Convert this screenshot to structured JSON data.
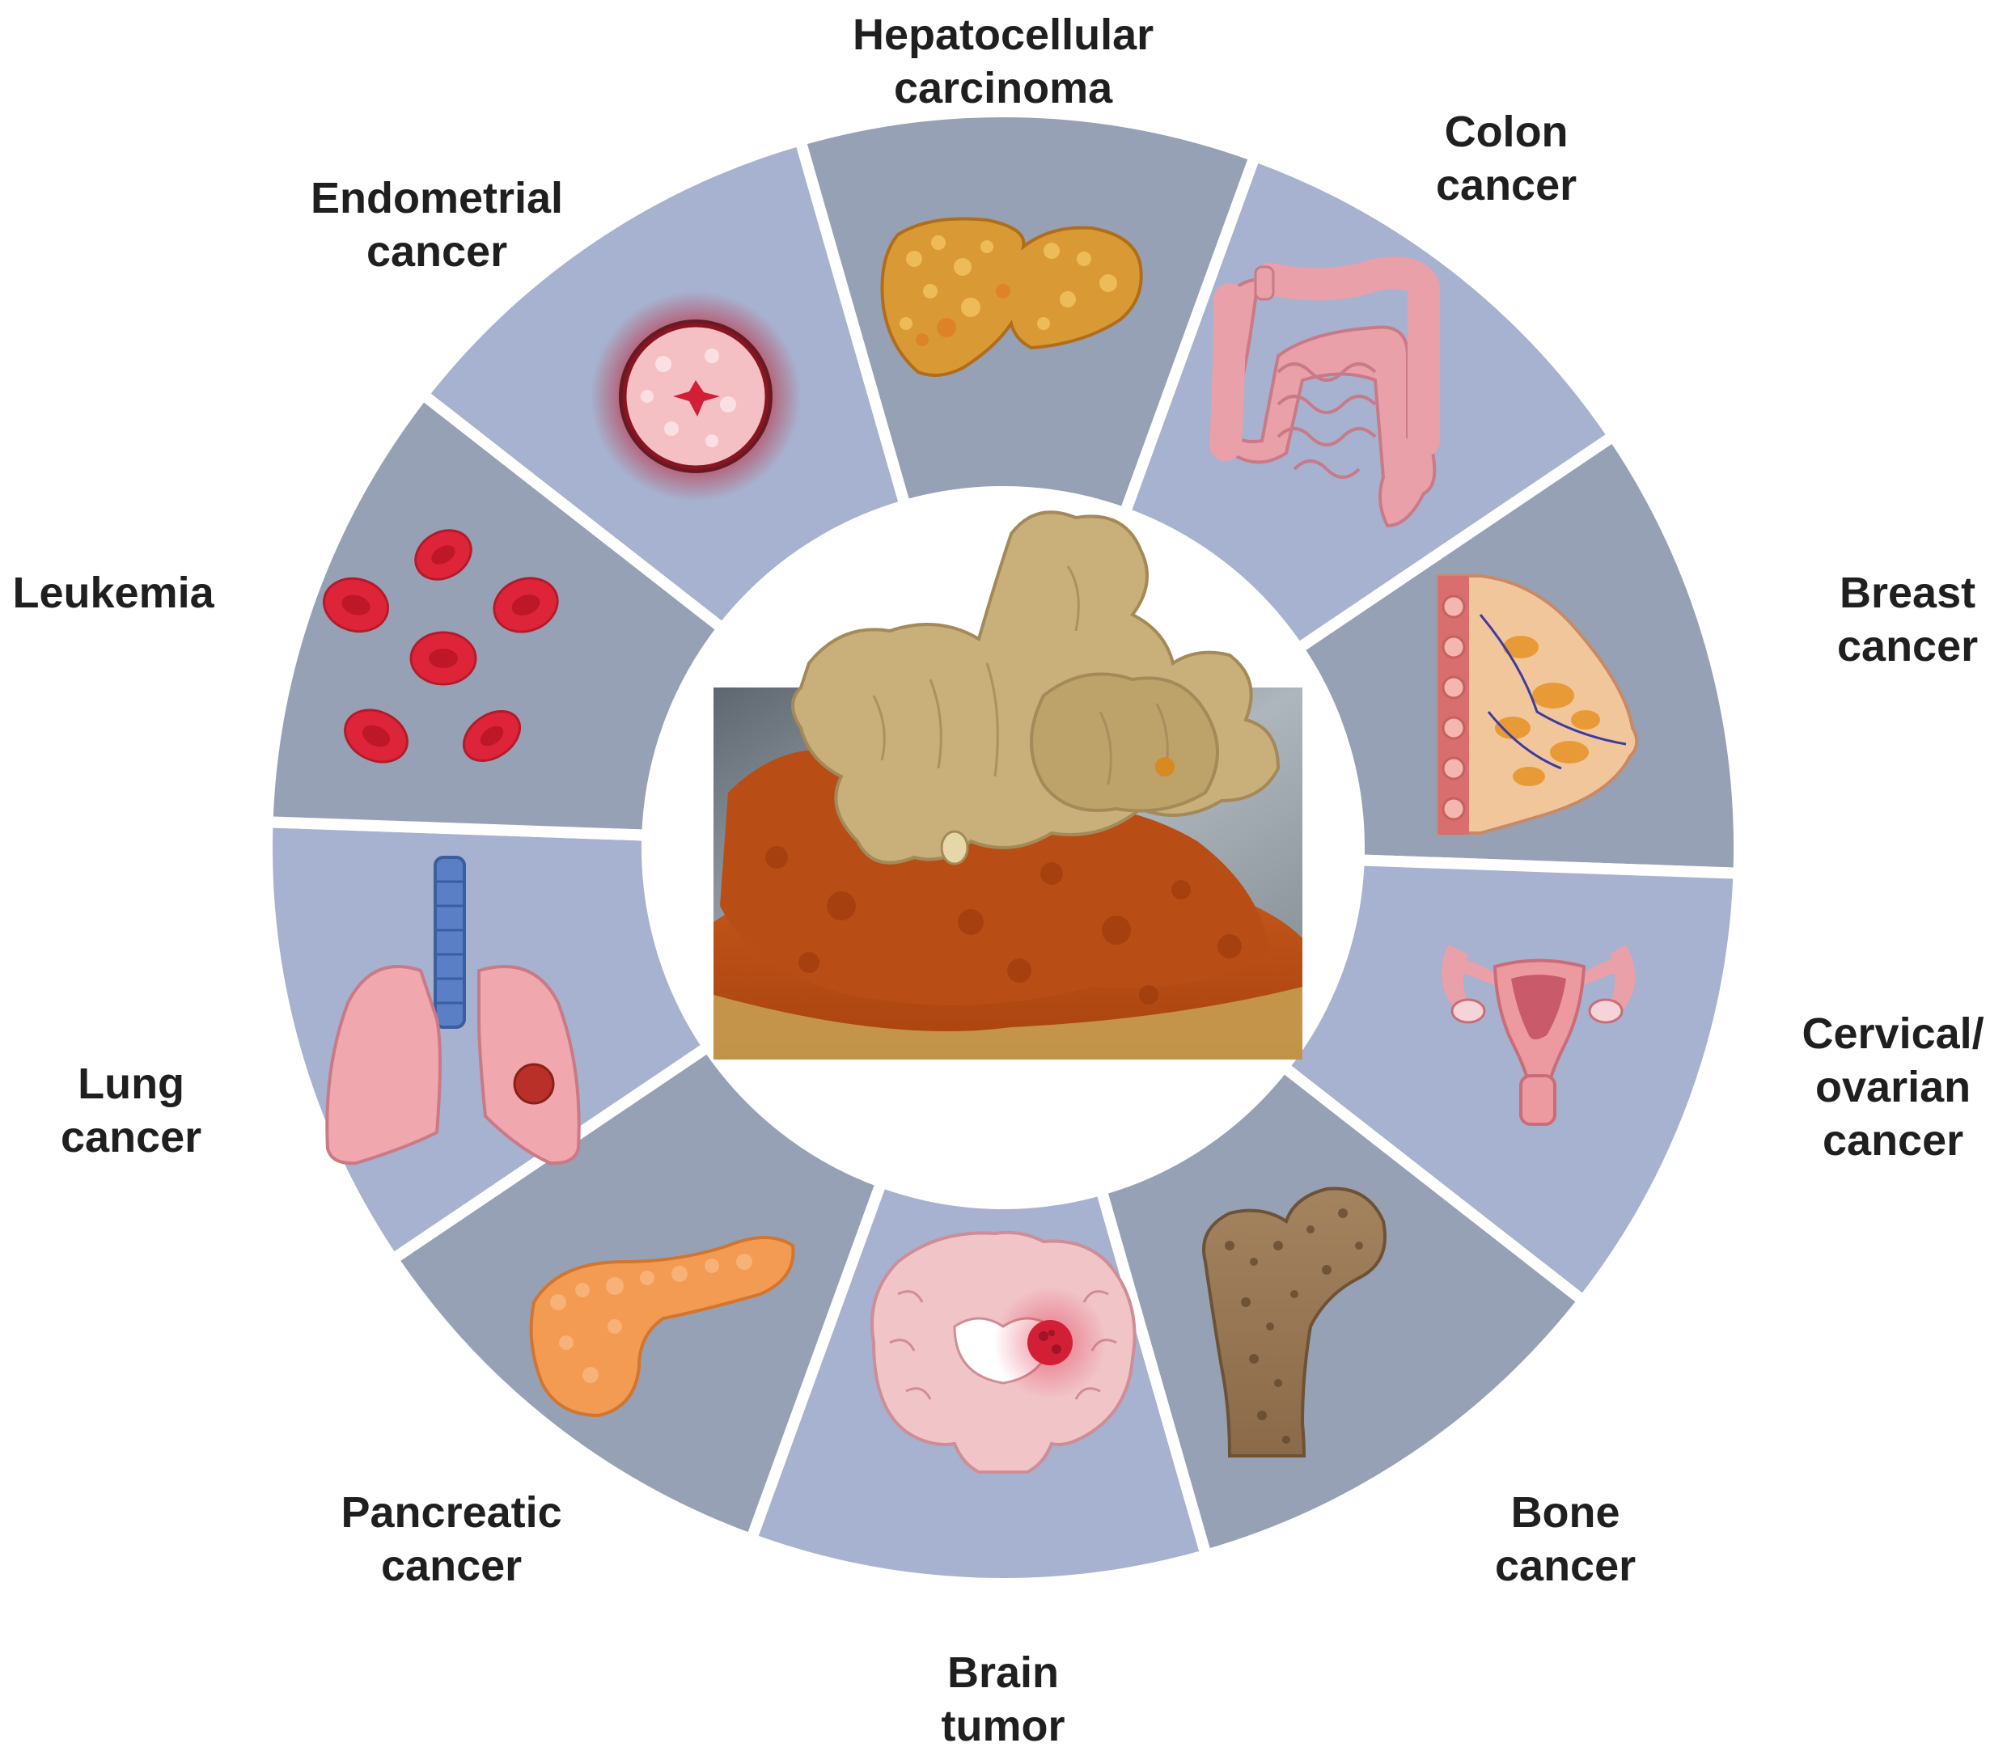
{
  "colors": {
    "segment_dark": "#96a1b5",
    "segment_light": "#a6b2cf",
    "gap": "#ffffff",
    "center": "#ffffff",
    "label": "#1f1f1f"
  },
  "center_image": {
    "subject": "ginger-root-and-turmeric-powder"
  },
  "segments": [
    {
      "id": "hepatocellular",
      "icon": "liver-icon",
      "shade": "dark",
      "label_lines": [
        "Hepatocellular",
        "carcinoma"
      ]
    },
    {
      "id": "colon",
      "icon": "intestines-icon",
      "shade": "light",
      "label_lines": [
        "Colon",
        "cancer"
      ]
    },
    {
      "id": "breast",
      "icon": "breast-icon",
      "shade": "dark",
      "label_lines": [
        "Breast",
        "cancer"
      ]
    },
    {
      "id": "cervical-ovarian",
      "icon": "uterus-icon",
      "shade": "light",
      "label_lines": [
        "Cervical/",
        "ovarian",
        "cancer"
      ]
    },
    {
      "id": "bone",
      "icon": "femur-bone-icon",
      "shade": "dark",
      "label_lines": [
        "Bone",
        "cancer"
      ]
    },
    {
      "id": "brain",
      "icon": "brain-icon",
      "shade": "light",
      "label_lines": [
        "Brain",
        "tumor"
      ]
    },
    {
      "id": "pancreatic",
      "icon": "pancreas-icon",
      "shade": "dark",
      "label_lines": [
        "Pancreatic",
        "cancer"
      ]
    },
    {
      "id": "lung",
      "icon": "lungs-icon",
      "shade": "light",
      "label_lines": [
        "Lung",
        "cancer"
      ]
    },
    {
      "id": "leukemia",
      "icon": "red-blood-cells-icon",
      "shade": "dark",
      "label_lines": [
        "Leukemia"
      ]
    },
    {
      "id": "endometrial",
      "icon": "endometrium-icon",
      "shade": "light",
      "label_lines": [
        "Endometrial",
        "cancer"
      ]
    }
  ]
}
